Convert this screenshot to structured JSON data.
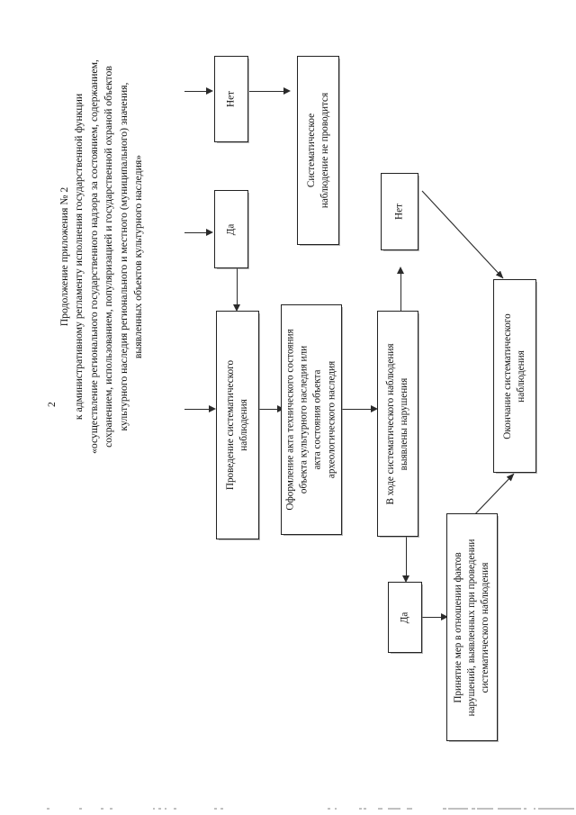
{
  "document": {
    "page_number": "2",
    "header_lines": [
      "Продолжение приложения № 2",
      "к административному регламенту исполнения государственной функции",
      "«осуществление регионального государственного надзора за состоянием, содержанием,",
      "сохранением, использованием, популяризацией и государственной охраной объектов",
      "культурного наследия регионального и местного (муниципального) значения,",
      "выявленных объектов культурного наследия»"
    ]
  },
  "flowchart": {
    "type": "flowchart",
    "orientation": "rotated-90-landscape",
    "nodes": [
      {
        "id": "net-top",
        "name": "decision-no-top",
        "lines": [
          "Нет"
        ]
      },
      {
        "id": "no-observation",
        "name": "no-systematic-observation",
        "lines": [
          "Систематическое",
          "наблюдение не проводится"
        ]
      },
      {
        "id": "da-top",
        "name": "decision-yes-top",
        "lines": [
          "Да"
        ]
      },
      {
        "id": "conduct-observation",
        "name": "conduct-systematic-observation",
        "lines": [
          "Проведение систематического",
          "наблюдения"
        ]
      },
      {
        "id": "act-registration",
        "name": "act-registration",
        "lines": [
          "Оформление акта технического состояния",
          "объекта культурного наследия или",
          "акта состояния объекта",
          "археологического наследия"
        ]
      },
      {
        "id": "violations-found",
        "name": "violations-found-check",
        "lines": [
          "В ходе систематического наблюдения",
          "выявлены нарушения"
        ]
      },
      {
        "id": "net-right",
        "name": "decision-no-right",
        "lines": [
          "Нет"
        ]
      },
      {
        "id": "end-observation",
        "name": "end-of-systematic-observation",
        "lines": [
          "Окончание систематического",
          "наблюдения"
        ]
      },
      {
        "id": "da-bottom",
        "name": "decision-yes-bottom",
        "lines": [
          "Да"
        ]
      },
      {
        "id": "measures-taken",
        "name": "measures-on-violations",
        "lines": [
          "Принятие мер в отношении фактов",
          "нарушений, выявленных при проведении",
          "систематического наблюдения"
        ]
      }
    ],
    "edges": [
      {
        "from": "entry",
        "to": "net-top",
        "style": "arrow-right"
      },
      {
        "from": "net-top",
        "to": "no-observation",
        "style": "arrow-right"
      },
      {
        "from": "entry",
        "to": "da-top",
        "style": "arrow-right"
      },
      {
        "from": "da-top",
        "to": "conduct-observation",
        "style": "arrow-down"
      },
      {
        "from": "entry",
        "to": "conduct-observation",
        "style": "arrow-right"
      },
      {
        "from": "conduct-observation",
        "to": "act-registration",
        "style": "arrow-right"
      },
      {
        "from": "act-registration",
        "to": "violations-found",
        "style": "arrow-right"
      },
      {
        "from": "violations-found",
        "to": "net-right",
        "style": "arrow-up"
      },
      {
        "from": "net-right",
        "to": "end-observation",
        "style": "arrow-diagonal"
      },
      {
        "from": "violations-found",
        "to": "da-bottom",
        "style": "arrow-down"
      },
      {
        "from": "da-bottom",
        "to": "measures-taken",
        "style": "arrow-right"
      },
      {
        "from": "measures-taken",
        "to": "end-observation",
        "style": "arrow-diagonal"
      }
    ]
  },
  "colors": {
    "page_background": "#ffffff",
    "ink": "#111111",
    "box_border": "#222222",
    "connector": "#2a2a2a",
    "box_shadow": "#787878"
  }
}
